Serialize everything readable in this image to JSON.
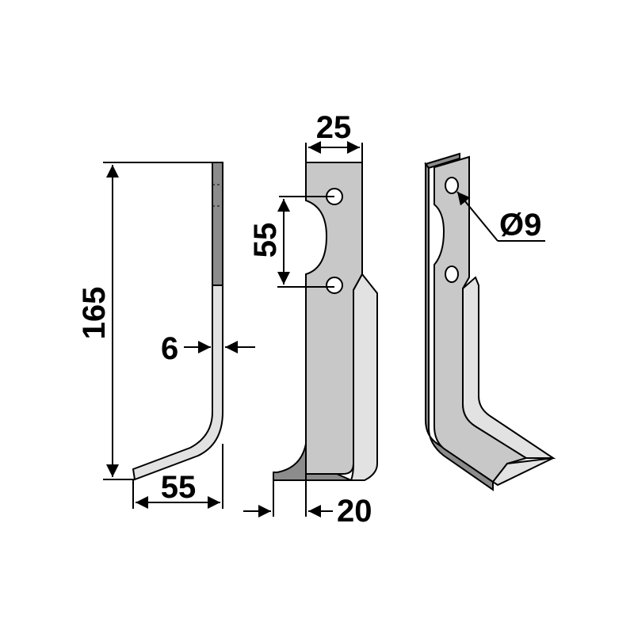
{
  "diagram": {
    "subject": "Rotary tiller blade technical drawing",
    "views": [
      {
        "name": "side-view",
        "dimensions": {
          "height": "165",
          "thickness": "6",
          "foot_offset": "55"
        }
      },
      {
        "name": "front-view",
        "dimensions": {
          "width": "25",
          "hole_spacing": "55",
          "foot_offset": "20"
        }
      },
      {
        "name": "perspective-view",
        "dimensions": {
          "hole_diameter": "Ø9"
        }
      }
    ]
  },
  "labels": {
    "height_165": "165",
    "thickness_6": "6",
    "side_width_55": "55",
    "width_25": "25",
    "hole_spacing_55": "55",
    "offset_20": "20",
    "hole_diameter": "Ø9"
  },
  "colors": {
    "steel_face": "#c8c8c8",
    "steel_light": "#e2e2e2",
    "steel_dark": "#8c8c8c",
    "outline": "#000000",
    "background": "#ffffff"
  }
}
